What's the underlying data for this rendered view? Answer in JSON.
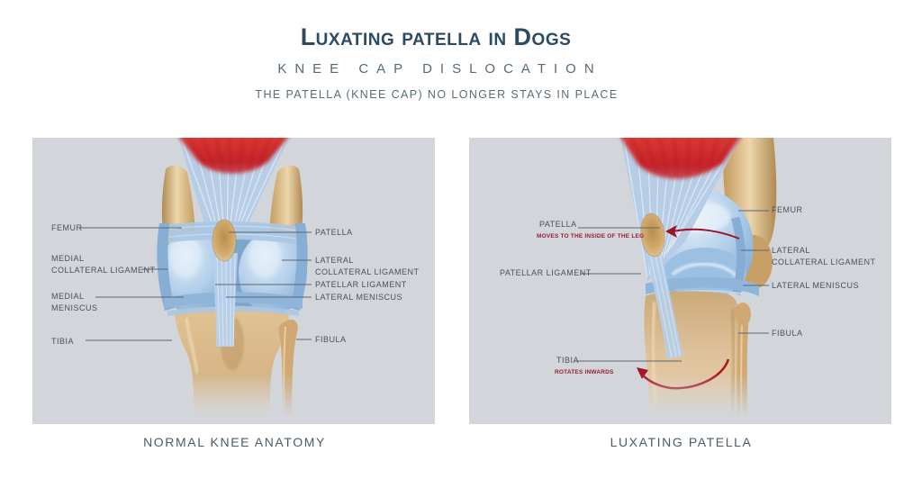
{
  "header": {
    "title": "Luxating patella in Dogs",
    "subtitle": "KNEE CAP DISLOCATION",
    "tagline": "THE PATELLA (KNEE CAP) NO LONGER STAYS IN PLACE"
  },
  "left_panel": {
    "caption": "NORMAL KNEE ANATOMY",
    "labels_left": [
      {
        "text": "FEMUR"
      },
      {
        "text": "MEDIAL\nCOLLATERAL LIGAMENT"
      },
      {
        "text": "MEDIAL\nMENISCUS"
      },
      {
        "text": "TIBIA"
      }
    ],
    "labels_right": [
      {
        "text": "PATELLA"
      },
      {
        "text": "LATERAL\nCOLLATERAL LIGAMENT"
      },
      {
        "text": "PATELLAR LIGAMENT"
      },
      {
        "text": "LATERAL MENISCUS"
      },
      {
        "text": "FIBULA"
      }
    ]
  },
  "right_panel": {
    "caption": "LUXATING PATELLA",
    "labels_left": [
      {
        "text": "PATELLA",
        "note": "MOVES TO THE INSIDE OF THE LEG"
      },
      {
        "text": "PATELLAR LIGAMENT"
      },
      {
        "text": "TIBIA",
        "note": "ROTATES INWARDS"
      }
    ],
    "labels_right": [
      {
        "text": "FEMUR"
      },
      {
        "text": "LATERAL\nCOLLATERAL LIGAMENT"
      },
      {
        "text": "LATERAL MENISCUS"
      },
      {
        "text": "FIBULA"
      }
    ]
  },
  "colors": {
    "title": "#2d4a63",
    "subtitle": "#566976",
    "label_text": "#47515a",
    "note_red": "#9b1b30",
    "panel_bg": "#d2d6da",
    "muscle_red": "#c5232a",
    "tendon_blue": "#b7cde6",
    "bone_tan": "#d4af79",
    "cartilage_blue": "#a3c4e4",
    "arrow_red": "#9b1226",
    "leader_line": "#5c666f"
  }
}
